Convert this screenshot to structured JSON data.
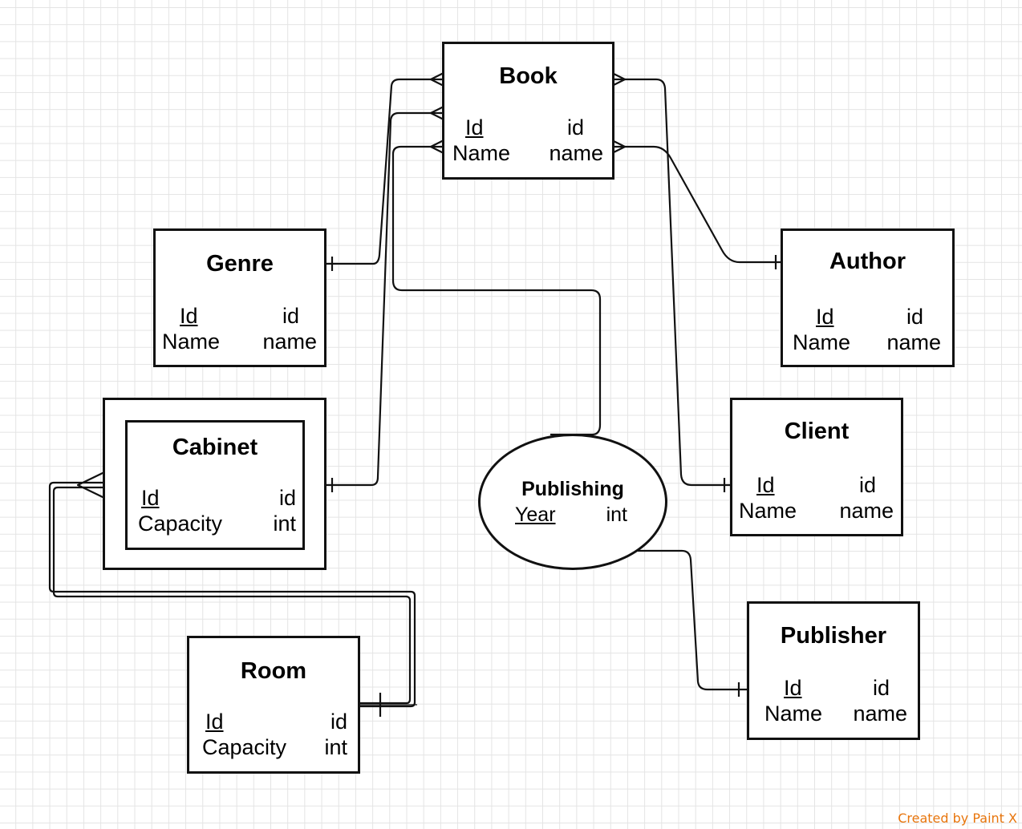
{
  "diagram": {
    "entities": {
      "book": {
        "title": "Book",
        "attr_left": [
          "Id",
          "Name"
        ],
        "attr_right": [
          "id",
          "name"
        ]
      },
      "genre": {
        "title": "Genre",
        "attr_left": [
          "Id",
          "Name"
        ],
        "attr_right": [
          "id",
          "name"
        ]
      },
      "author": {
        "title": "Author",
        "attr_left": [
          "Id",
          "Name"
        ],
        "attr_right": [
          "id",
          "name"
        ]
      },
      "cabinet": {
        "title": "Cabinet",
        "attr_left": [
          "Id",
          "Capacity"
        ],
        "attr_right": [
          "id",
          "int"
        ]
      },
      "client": {
        "title": "Client",
        "attr_left": [
          "Id",
          "Name"
        ],
        "attr_right": [
          "id",
          "name"
        ]
      },
      "room": {
        "title": "Room",
        "attr_left": [
          "Id",
          "Capacity"
        ],
        "attr_right": [
          "id",
          "int"
        ]
      },
      "publisher": {
        "title": "Publisher",
        "attr_left": [
          "Id",
          "Name"
        ],
        "attr_right": [
          "id",
          "name"
        ]
      }
    },
    "relationship": {
      "title": "Publishing",
      "attr_left": "Year",
      "attr_right": "int"
    },
    "colors": {
      "line": "#111111",
      "grid": "#e4e4e4",
      "watermark": "#e8750c"
    }
  },
  "watermark": "Created by Paint X"
}
